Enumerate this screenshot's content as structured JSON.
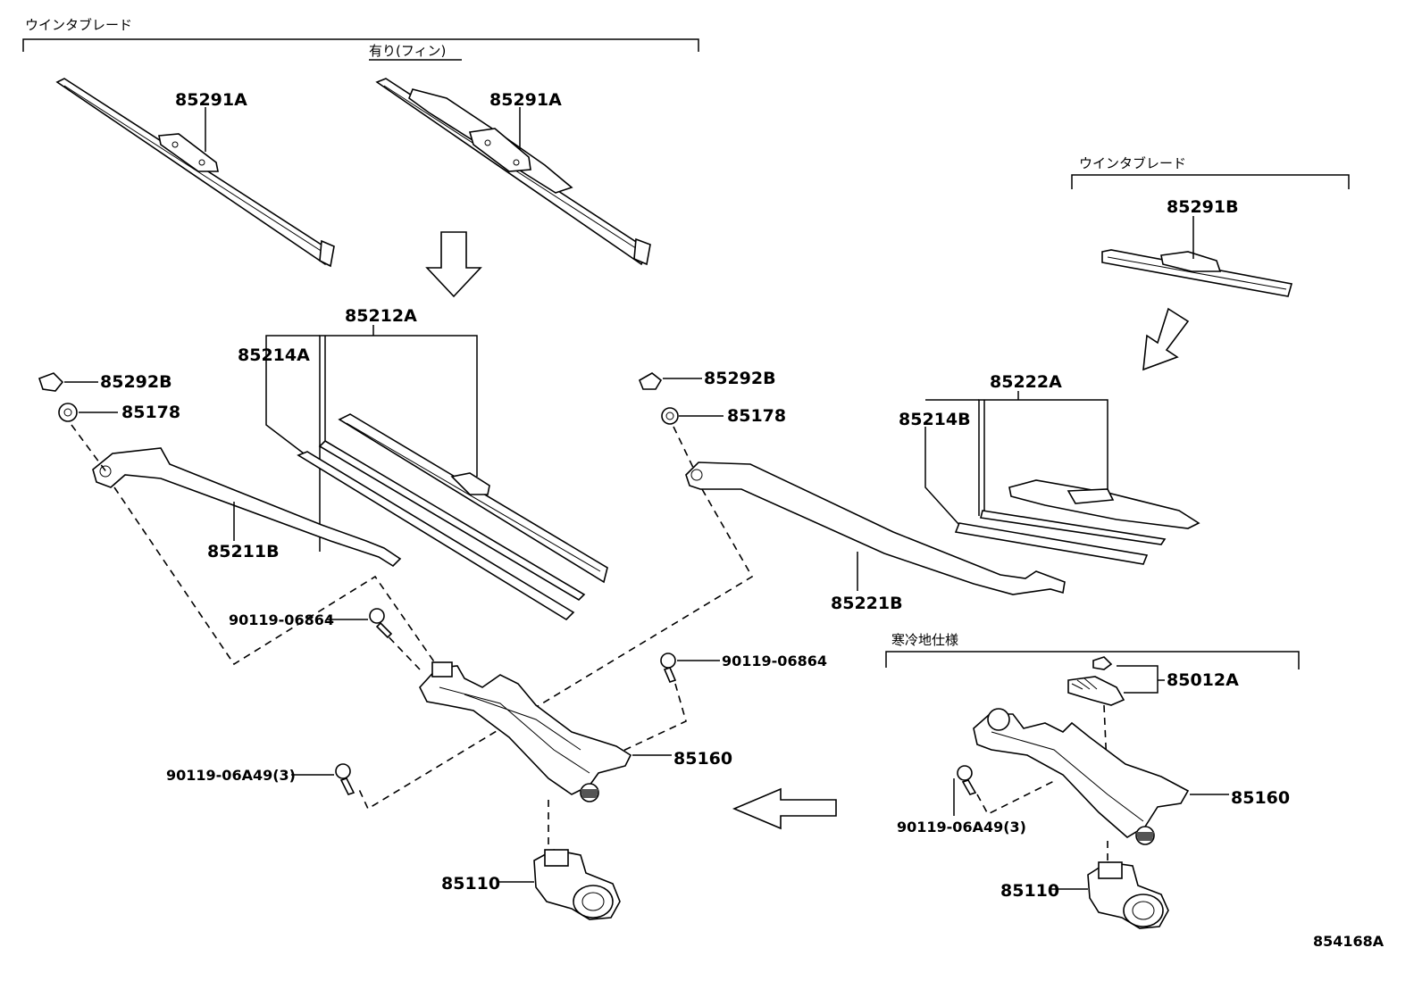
{
  "groups": {
    "winter_blade_left": "ウインタブレード",
    "with_fin": "有り(フィン)",
    "winter_blade_right": "ウインタブレード",
    "cold_climate_spec": "寒冷地仕様"
  },
  "part_labels": {
    "blade_85291A_1": "85291A",
    "blade_85291A_2": "85291A",
    "blade_85291B": "85291B",
    "blade_85212A": "85212A",
    "rubber_85214A": "85214A",
    "blade_85222A": "85222A",
    "rubber_85214B": "85214B",
    "cap_left": "85292B",
    "nut_left": "85178",
    "cap_right": "85292B",
    "nut_right": "85178",
    "arm_left": "85211B",
    "arm_right": "85221B",
    "bolt_left_1": "90119-06864",
    "bolt_left_2": "90119-06864",
    "bolt_left_3": "90119-06A49(3)",
    "link_left": "85160",
    "motor_left": "85110",
    "cover_right": "85012A",
    "link_right": "85160",
    "bolt_right_3": "90119-06A49(3)",
    "motor_right": "85110"
  },
  "diagram_id": "854168A"
}
